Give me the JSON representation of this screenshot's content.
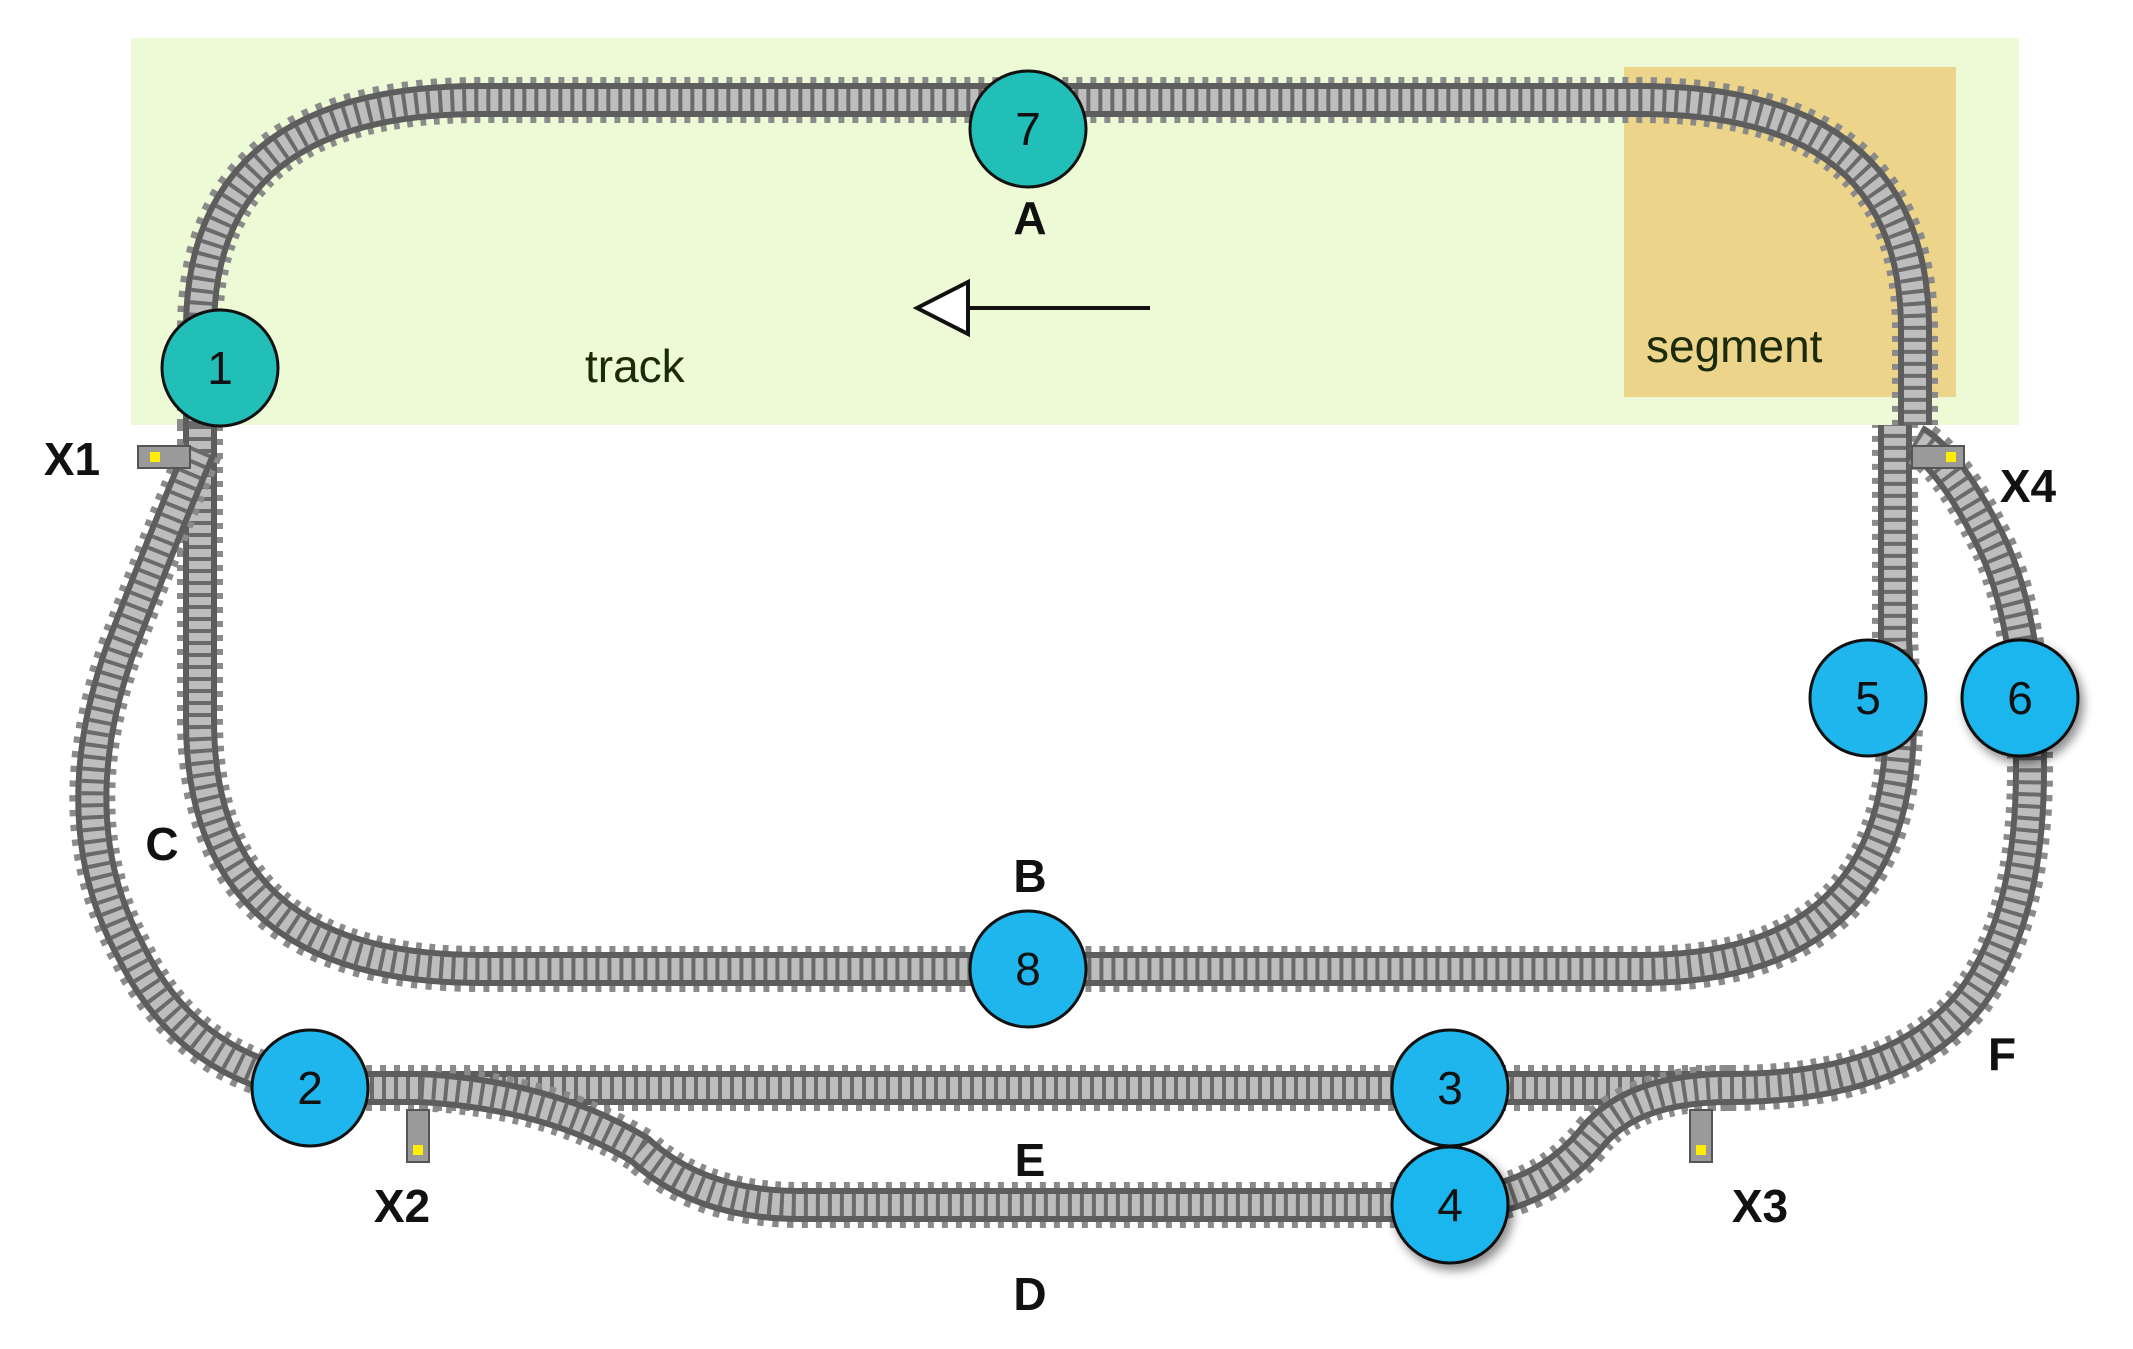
{
  "colors": {
    "track_region": "#ecfad5",
    "segment_region": "#eccd7e",
    "rail": "#5d5d5d",
    "tie": "#8a8a8a",
    "sensor_blue": "#1fb6ee",
    "sensor_teal": "#21bfb8",
    "switch_light": "#ffee00"
  },
  "regions": {
    "track_label": "track",
    "segment_label": "segment"
  },
  "track_labels": {
    "A": "A",
    "B": "B",
    "C": "C",
    "D": "D",
    "E": "E",
    "F": "F"
  },
  "switches": {
    "X1": "X1",
    "X2": "X2",
    "X3": "X3",
    "X4": "X4"
  },
  "sensors": {
    "s1": "1",
    "s2": "2",
    "s3": "3",
    "s4": "4",
    "s5": "5",
    "s6": "6",
    "s7": "7",
    "s8": "8"
  },
  "direction_arrow": "left-pointing-arrow"
}
